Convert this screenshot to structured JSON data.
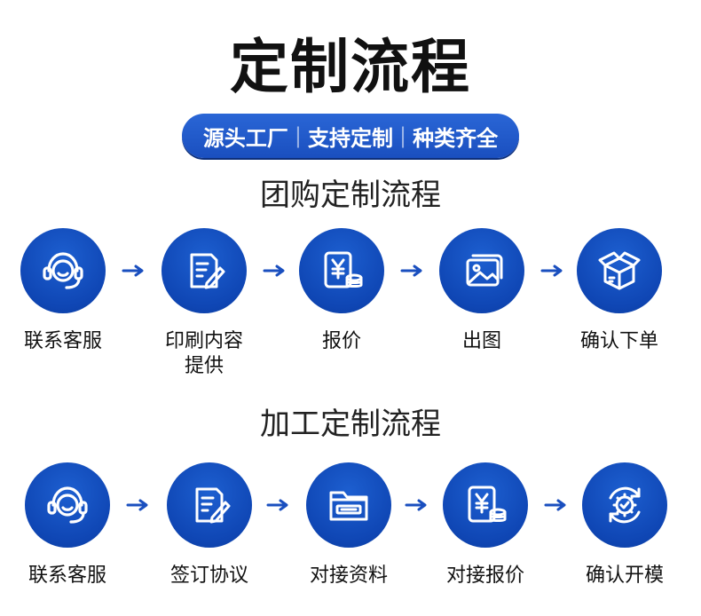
{
  "title": "定制流程",
  "pill": {
    "part1": "源头工厂",
    "part2": "支持定制",
    "part3": "种类齐全",
    "separator": "|"
  },
  "section1": {
    "title": "团购定制流程",
    "steps": [
      {
        "label": "联系客服",
        "icon": "headset-icon"
      },
      {
        "label": "印刷内容",
        "label2": "提供",
        "icon": "document-edit-icon"
      },
      {
        "label": "报价",
        "icon": "price-yen-icon"
      },
      {
        "label": "出图",
        "icon": "image-gallery-icon"
      },
      {
        "label": "确认下单",
        "icon": "package-box-icon"
      }
    ]
  },
  "section2": {
    "title": "加工定制流程",
    "steps": [
      {
        "label": "联系客服",
        "icon": "headset-icon"
      },
      {
        "label": "签订协议",
        "icon": "document-edit-icon"
      },
      {
        "label": "对接资料",
        "icon": "folder-icon"
      },
      {
        "label": "对接报价",
        "icon": "price-yen-icon"
      },
      {
        "label": "确认开模",
        "icon": "gear-check-icon"
      }
    ]
  },
  "colors": {
    "accent": "#1a4fbf",
    "circle": "#0f46b4",
    "arrow": "#1a4fbf",
    "text": "#111111"
  }
}
